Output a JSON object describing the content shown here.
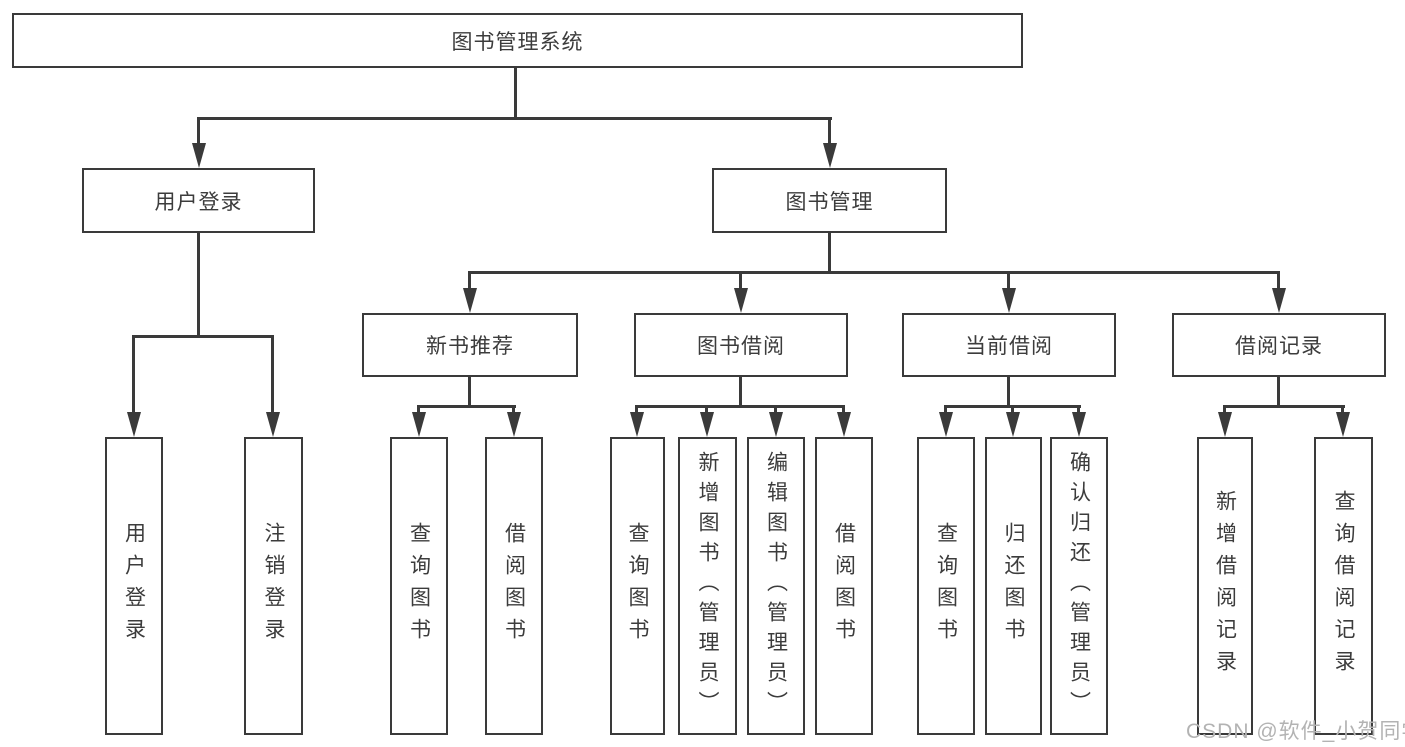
{
  "colors": {
    "line": "#3a3a3a",
    "text": "#3c3c3c",
    "box_bg": "#ffffff",
    "watermark": "#b3b3b3"
  },
  "watermark": {
    "text": "CSDN @软件_小贺同学"
  },
  "tree": {
    "root": {
      "label": "图书管理系统"
    },
    "branches": [
      {
        "label": "用户登录",
        "children": [
          {
            "label": "用户登录"
          },
          {
            "label": "注销登录"
          }
        ]
      },
      {
        "label": "图书管理",
        "children": [
          {
            "label": "新书推荐",
            "children": [
              {
                "label": "查询图书"
              },
              {
                "label": "借阅图书"
              }
            ]
          },
          {
            "label": "图书借阅",
            "children": [
              {
                "label": "查询图书"
              },
              {
                "label": "新增图书（管理员）"
              },
              {
                "label": "编辑图书（管理员）"
              },
              {
                "label": "借阅图书"
              }
            ]
          },
          {
            "label": "当前借阅",
            "children": [
              {
                "label": "查询图书"
              },
              {
                "label": "归还图书"
              },
              {
                "label": "确认归还（管理员）"
              }
            ]
          },
          {
            "label": "借阅记录",
            "children": [
              {
                "label": "新增借阅记录"
              },
              {
                "label": "查询借阅记录"
              }
            ]
          }
        ]
      }
    ]
  }
}
